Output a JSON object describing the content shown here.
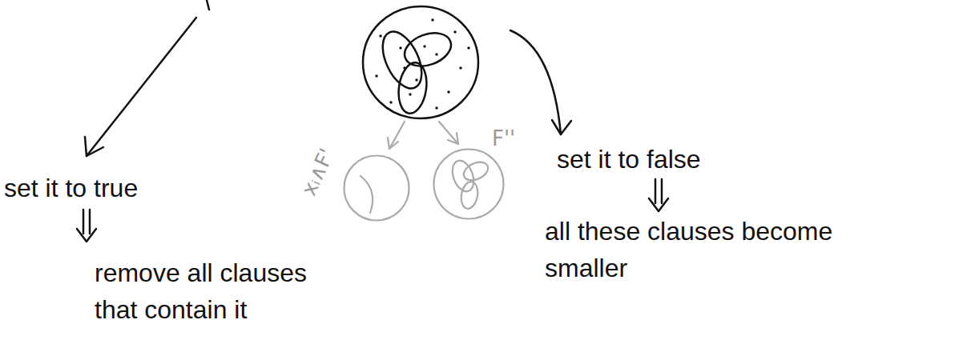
{
  "diagram": {
    "nodes": [
      {
        "text": [
          "xᵢ∧F'"
        ]
      },
      {
        "text": [
          "F''"
        ]
      }
    ],
    "labels": [
      "set it to true",
      "remove all clauses that contain it",
      "set it to false",
      "all these clauses become smaller"
    ]
  }
}
